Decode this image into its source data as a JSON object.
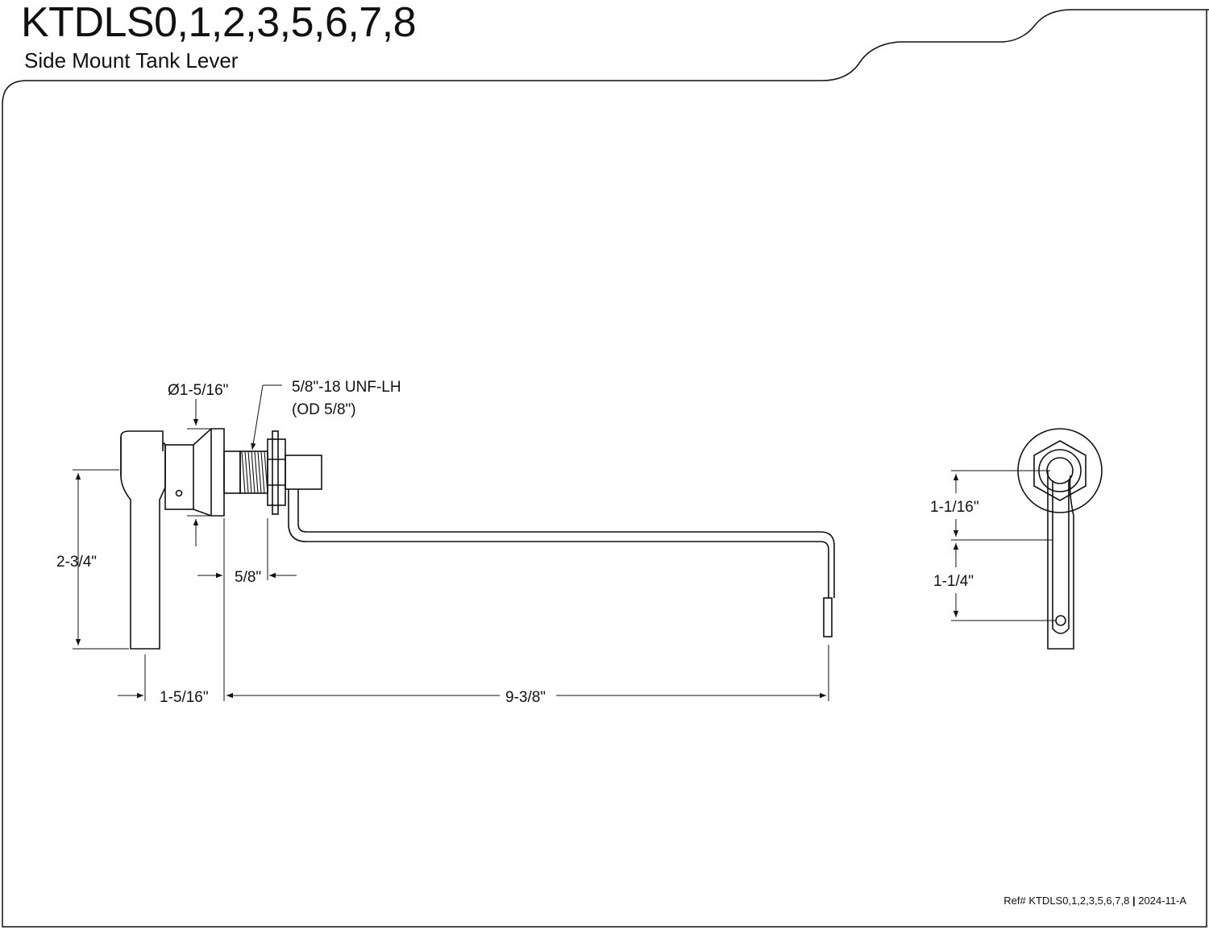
{
  "header": {
    "title": "KTDLS0,1,2,3,5,6,7,8",
    "subtitle": "Side Mount Tank Lever"
  },
  "dimensions": {
    "flange_diameter": "Ø1-5/16\"",
    "thread_spec_line1": "5/8\"-18 UNF-LH",
    "thread_spec_line2": "(OD 5/8\")",
    "handle_height": "2-3/4\"",
    "thread_length": "5/8\"",
    "handle_offset": "1-5/16\"",
    "arm_length": "9-3/8\"",
    "end_view_upper": "1-1/16\"",
    "end_view_lower": "1-1/4\""
  },
  "footer": {
    "ref_label": "Ref# KTDLS0,1,2,3,5,6,7,8",
    "separator": "|",
    "revision": "2024-11-A"
  }
}
